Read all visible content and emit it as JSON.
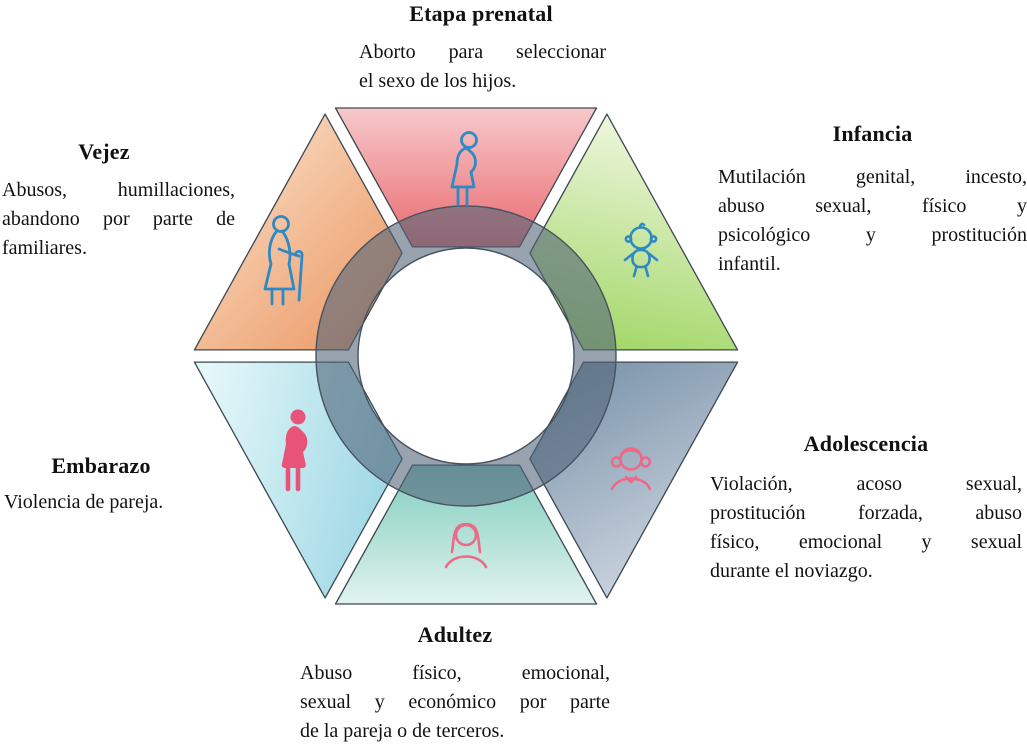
{
  "figure": {
    "stages": [
      {
        "title": "Etapa prenatal",
        "description": "Aborto para seleccionar el sexo de los hijos.",
        "lines": [
          "Aborto para seleccionar",
          "el sexo de los hijos."
        ],
        "icon": "pregnant-woman-icon",
        "segment_color": "#e96a6f"
      },
      {
        "title": "Infancia",
        "description": "Mutilación genital, incesto, abuso sexual, físico y psicológico y prostitución infantil.",
        "lines": [
          "Mutilación genital, incesto,",
          "abuso sexual, físico y",
          "psicológico y prostitución",
          "infantil."
        ],
        "icon": "baby-icon",
        "segment_color": "#a2d767"
      },
      {
        "title": "Adolescencia",
        "description": "Violación, acoso sexual, prostitución forzada, abuso físico, emocional y sexual durante el noviazgo.",
        "lines": [
          "Violación, acoso sexual,",
          "prostitución forzada, abuso",
          "físico, emocional y sexual",
          "durante el noviazgo."
        ],
        "icon": "girl-icon",
        "segment_color": "#7b94aa"
      },
      {
        "title": "Adultez",
        "description": "Abuso físico, emocional, sexual y económico por parte de la pareja o de terceros.",
        "lines": [
          "Abuso físico, emocional,",
          "sexual y económico por parte",
          "de la pareja o de terceros."
        ],
        "icon": "adult-woman-icon",
        "segment_color": "#82cdbe"
      },
      {
        "title": "Embarazo",
        "description": "Violencia de pareja.",
        "lines": [
          "Violencia de pareja."
        ],
        "icon": "pregnant-silhouette-icon",
        "segment_color": "#9bd6e4"
      },
      {
        "title": "Vejez",
        "description": "Abusos, humillaciones, abandono por parte de familiares.",
        "lines": [
          "Abusos, humillaciones,",
          "abandono por parte de",
          "familiares."
        ],
        "icon": "elderly-woman-icon",
        "segment_color": "#ed9f6e"
      }
    ],
    "colors": {
      "ring": "#54657a",
      "segment_outline": "#3d4751",
      "icon_blue": "#2f89c5",
      "icon_pink": "#ec6a88",
      "icon_solid_pink": "#e8537a",
      "text": "#111111"
    }
  }
}
